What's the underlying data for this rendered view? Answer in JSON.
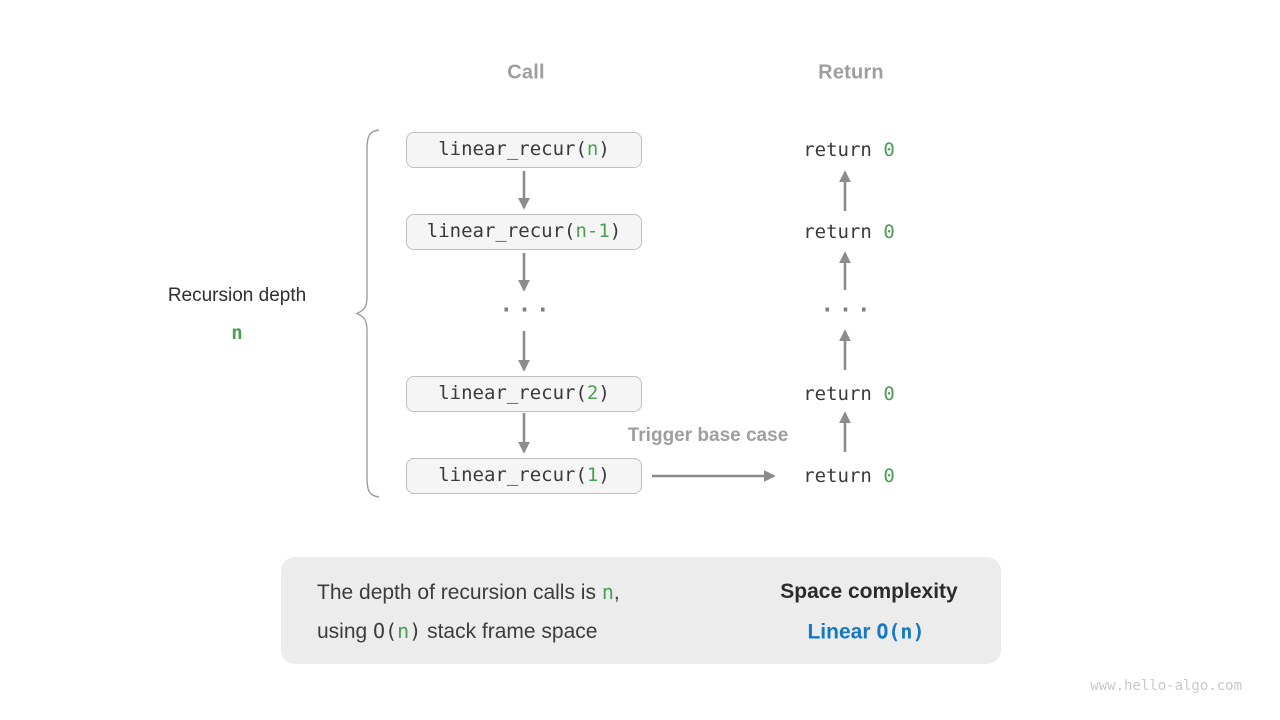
{
  "headers": {
    "call": "Call",
    "return": "Return"
  },
  "depth_label": {
    "line1": "Recursion depth",
    "line2": "n"
  },
  "call_boxes": [
    {
      "prefix": "linear_recur(",
      "arg": "n",
      "suffix": ")"
    },
    {
      "prefix": "linear_recur(",
      "arg": "n-1",
      "suffix": ")"
    },
    {
      "prefix": "linear_recur(",
      "arg": "2",
      "suffix": ")"
    },
    {
      "prefix": "linear_recur(",
      "arg": "1",
      "suffix": ")"
    }
  ],
  "returns": [
    {
      "keyword": "return ",
      "value": "0"
    },
    {
      "keyword": "return ",
      "value": "0"
    },
    {
      "keyword": "return ",
      "value": "0"
    },
    {
      "keyword": "return ",
      "value": "0"
    }
  ],
  "ellipsis": "···",
  "trigger_label": "Trigger base case",
  "summary": {
    "line1_text": "The depth of recursion calls is ",
    "line1_var": "n",
    "line1_tail": ",",
    "line2_head": "using ",
    "line2_code_open": "O(",
    "line2_var": "n",
    "line2_code_close": ")",
    "line2_tail": " stack frame space",
    "title": "Space complexity",
    "value_word": "Linear ",
    "value_code": "O(n)"
  },
  "watermark": "www.hello-algo.com",
  "colors": {
    "green": "#4b9e53",
    "blue": "#1779c4",
    "header_gray": "#9e9e9e",
    "arrow_gray": "#8c8c8c",
    "dark_text": "#3c3c3c",
    "box_fill": "#f5f5f5",
    "box_border": "#c0c0c0",
    "panel_fill": "#ececec"
  }
}
